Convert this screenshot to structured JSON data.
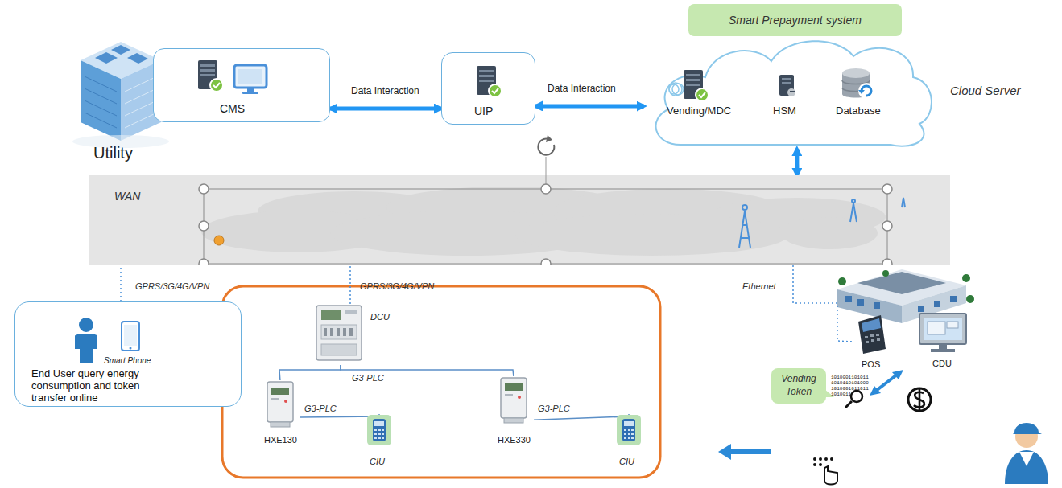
{
  "diagram": {
    "nodes": [
      {
        "text": [
          "Smart Prepayment system"
        ]
      },
      {
        "text": [
          "Vending/MDC"
        ],
        "in": 0
      },
      {
        "text": [
          "HSM"
        ],
        "in": 0
      },
      {
        "text": [
          "Database"
        ],
        "in": 0
      },
      {
        "text": [
          "CMS"
        ]
      },
      {
        "text": [
          "UIP"
        ]
      },
      {
        "text": [
          "WAN"
        ]
      },
      {
        "text": [
          "Smart Phone",
          "End User query energy consumption and token transfer online"
        ]
      },
      {
        "text": [
          "DCU"
        ]
      },
      {
        "text": [
          "HXE130"
        ]
      },
      {
        "text": [
          "CIU"
        ]
      },
      {
        "text": [
          "HXE330"
        ]
      },
      {
        "text": [
          "CIU"
        ]
      },
      {
        "text": [
          "POS"
        ]
      },
      {
        "text": [
          "CDU"
        ]
      },
      {
        "text": [
          "Vending Token"
        ]
      }
    ],
    "edges": [
      {
        "from": 4,
        "to": 5,
        "arrow": "both",
        "label": "Data Interaction"
      },
      {
        "from": 5,
        "to": 0,
        "arrow": "both",
        "label": "Data Interaction"
      },
      {
        "from": 0,
        "to": 6,
        "arrow": "both"
      },
      {
        "from": 7,
        "to": 6,
        "arrow": "none",
        "label": "GPRS/3G/4G/VPN"
      },
      {
        "from": 8,
        "to": 6,
        "arrow": "none",
        "label": "GPRS/3G/4G/VPN"
      },
      {
        "from": 6,
        "to": 13,
        "arrow": "none",
        "label": "Ethernet"
      },
      {
        "from": 8,
        "to": 9,
        "arrow": "none",
        "label": "G3-PLC"
      },
      {
        "from": 8,
        "to": 11,
        "arrow": "none"
      },
      {
        "from": 9,
        "to": 10,
        "arrow": "none",
        "label": "G3-PLC"
      },
      {
        "from": 11,
        "to": 12,
        "arrow": "none",
        "label": "G3-PLC"
      }
    ],
    "labels": [
      "Utility",
      "Cloud Server",
      "1010001101011",
      "1010110101000",
      "1010001011011",
      "1010011"
    ]
  }
}
